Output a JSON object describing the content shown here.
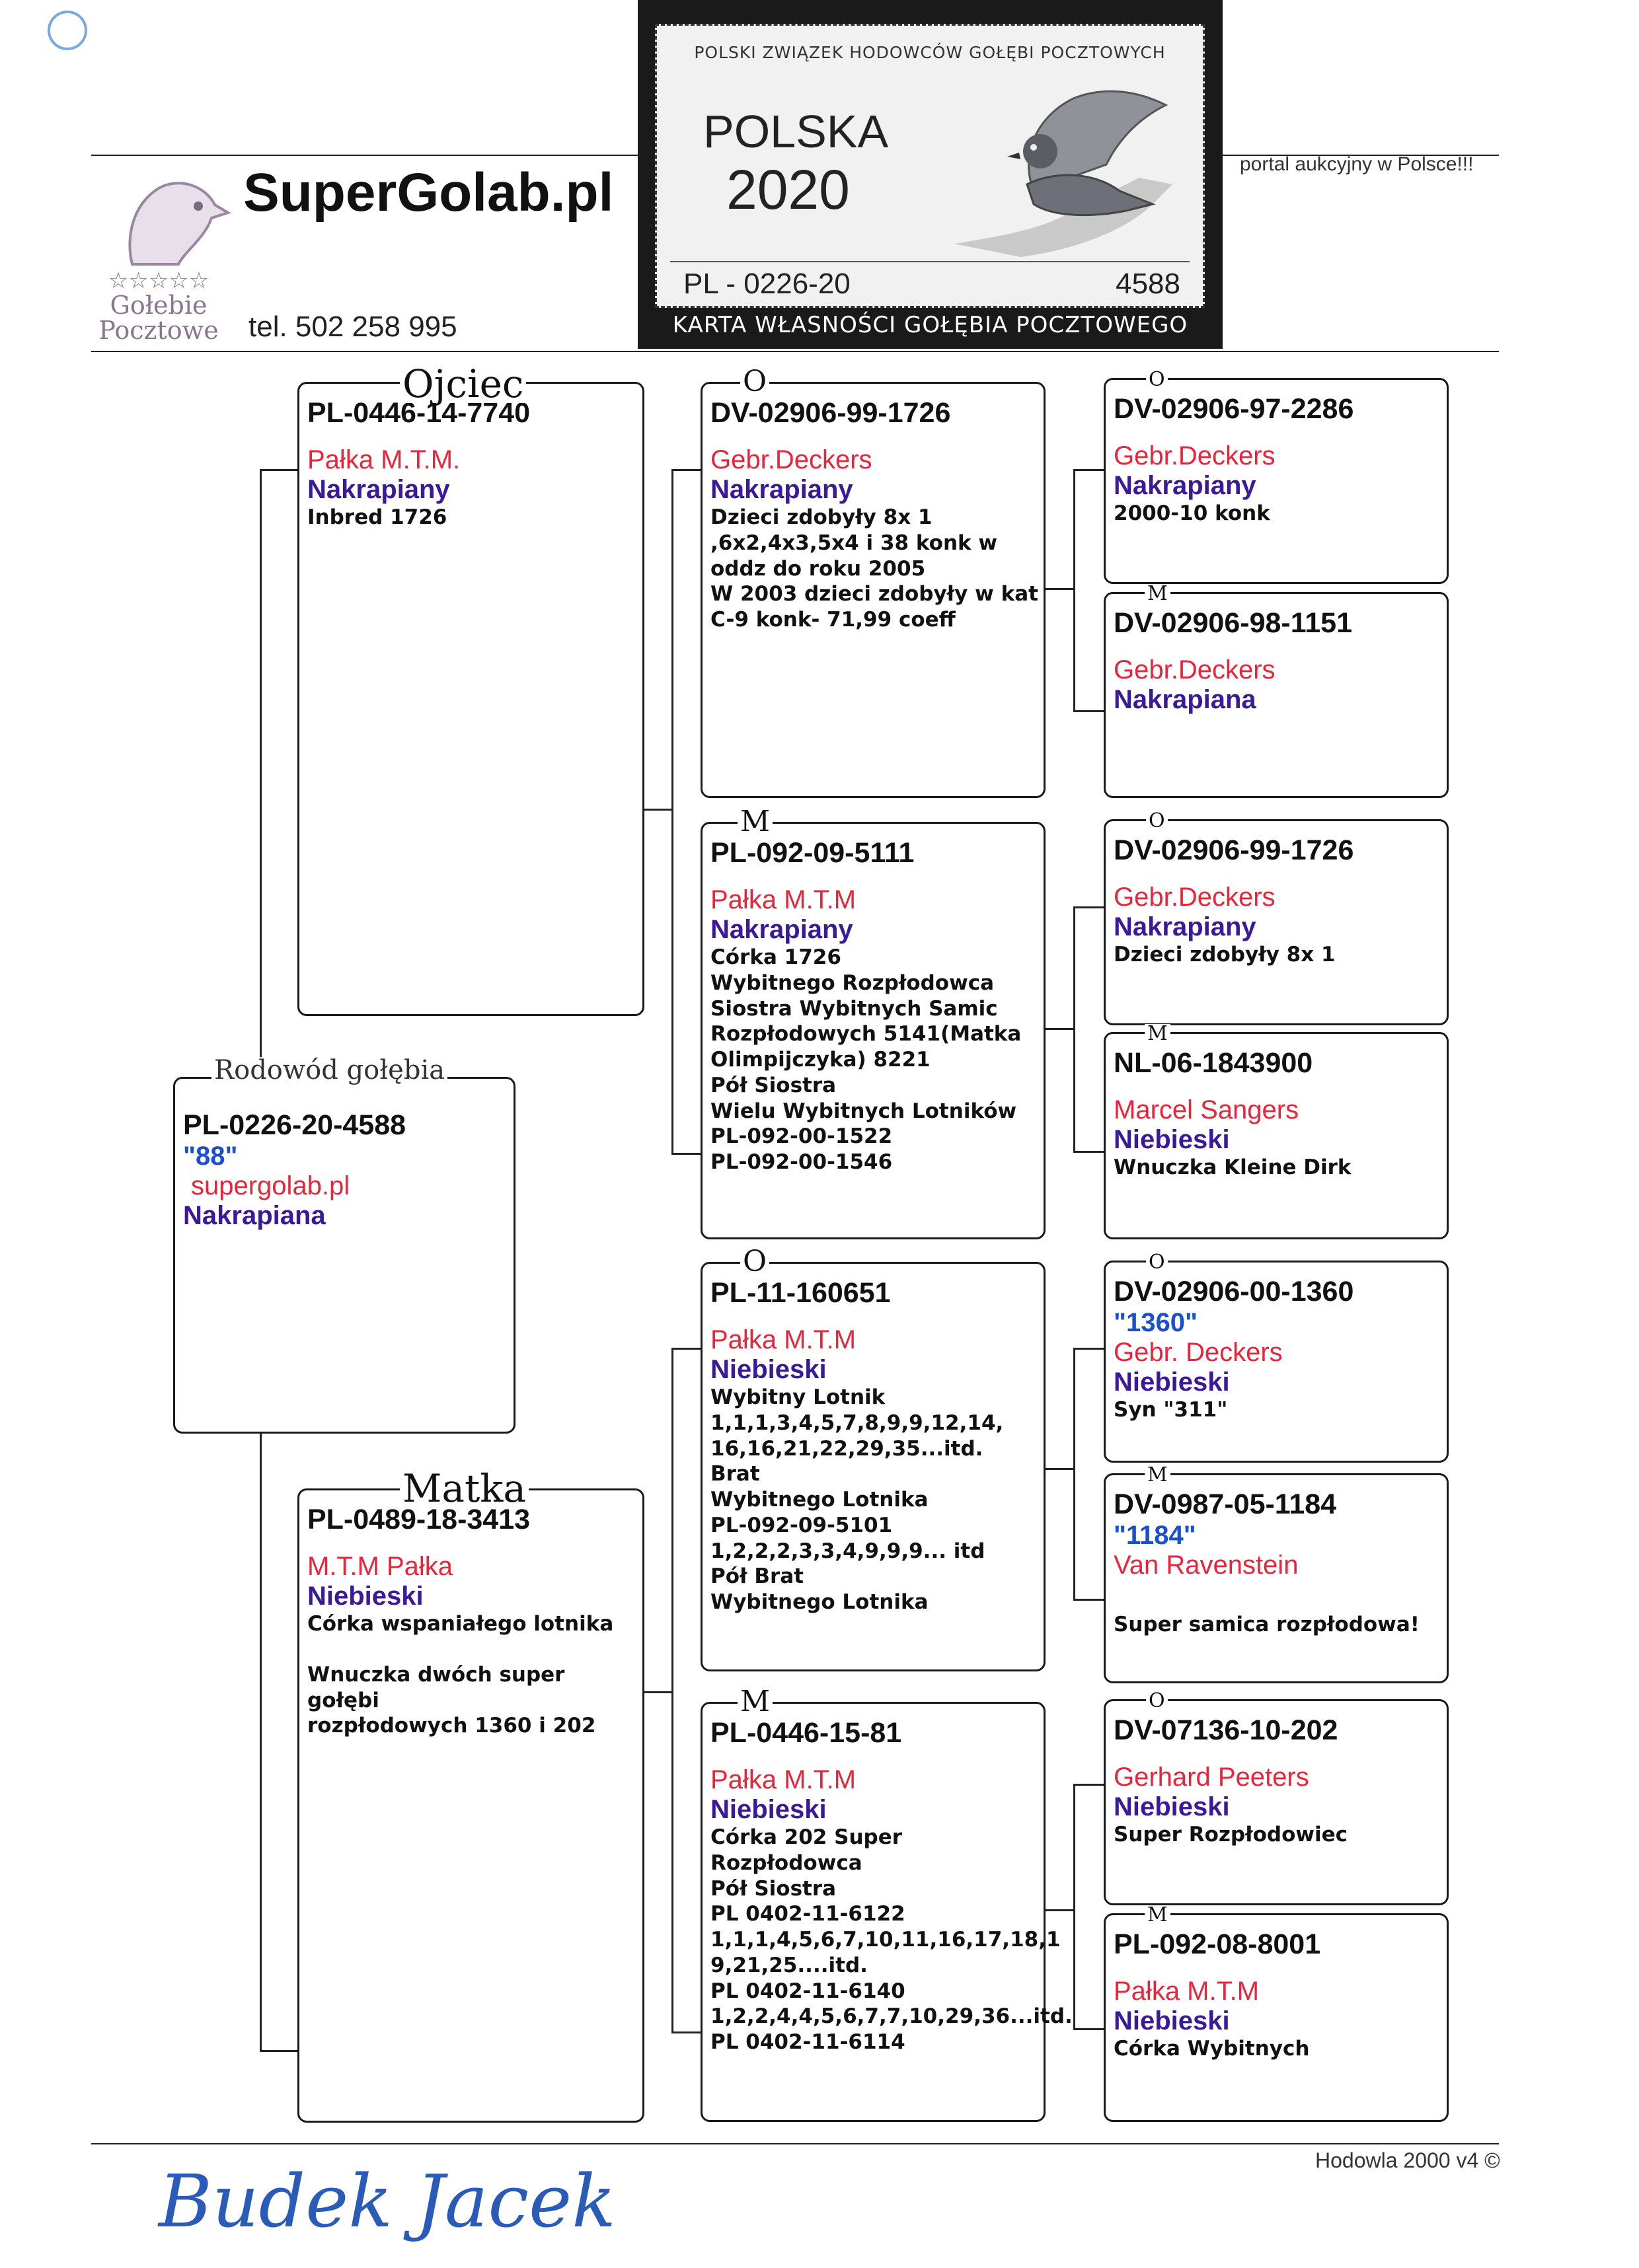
{
  "header": {
    "site_name": "SuperGolab.pl",
    "slogan": "portal aukcyjny w Polsce!!!",
    "phone": "tel. 502 258 995",
    "logo_stars": "☆☆☆☆☆",
    "logo_line1": "Gołebie",
    "logo_line2": "Pocztowe"
  },
  "ownership_card": {
    "org": "POLSKI ZWIĄZEK HODOWCÓW GOŁĘBI POCZTOWYCH",
    "country": "POLSKA",
    "year": "2020",
    "ring": "PL - 0226-20",
    "number": "4588",
    "footer": "KARTA WŁASNOŚCI GOŁĘBIA POCZTOWEGO"
  },
  "subject": {
    "title": "Rodowód gołębia",
    "ring": "PL-0226-20-4588",
    "name": "\"88\"",
    "breeder": "supergolab.pl",
    "color": "Nakrapiana"
  },
  "father": {
    "tag": "Ojciec",
    "ring": "PL-0446-14-7740",
    "breeder": "Pałka M.T.M.",
    "color": "Nakrapiany",
    "notes": [
      "Inbred 1726"
    ]
  },
  "mother": {
    "tag": "Matka",
    "ring": "PL-0489-18-3413",
    "breeder": "M.T.M Pałka",
    "color": "Niebieski",
    "notes": [
      "Córka wspaniałego lotnika",
      "",
      "Wnuczka dwóch super",
      "gołębi",
      "rozpłodowych 1360 i 202"
    ]
  },
  "ff": {
    "tag": "O",
    "ring": "DV-02906-99-1726",
    "breeder": "Gebr.Deckers",
    "color": "Nakrapiany",
    "notes": [
      "Dzieci zdobyły 8x 1",
      ",6x2,4x3,5x4 i 38 konk w",
      "oddz do roku 2005",
      "W 2003 dzieci zdobyły w kat",
      "C-9 konk- 71,99  coeff"
    ]
  },
  "fm": {
    "tag": "M",
    "ring": "PL-092-09-5111",
    "breeder": "Pałka M.T.M",
    "color": "Nakrapiany",
    "notes": [
      "Córka 1726",
      "Wybitnego Rozpłodowca",
      "Siostra Wybitnych Samic",
      "Rozpłodowych 5141(Matka",
      "Olimpijczyka) 8221",
      "Pół Siostra",
      "Wielu Wybitnych Lotników",
      "PL-092-00-1522",
      "PL-092-00-1546"
    ]
  },
  "mf": {
    "tag": "O",
    "ring": "PL-11-160651",
    "breeder": "Pałka M.T.M",
    "color": "Niebieski",
    "notes": [
      "Wybitny Lotnik",
      "1,1,1,3,4,5,7,8,9,9,12,14,",
      "16,16,21,22,29,35...itd.",
      "Brat",
      "Wybitnego Lotnika",
      "PL-092-09-5101",
      "1,2,2,2,3,3,4,9,9,9... itd",
      "Pół Brat",
      "Wybitnego Lotnika"
    ]
  },
  "mm": {
    "tag": "M",
    "ring": "PL-0446-15-81",
    "breeder": "Pałka M.T.M",
    "color": "Niebieski",
    "notes": [
      "Córka 202 Super",
      "Rozpłodowca",
      "Pół Siostra",
      "PL 0402-11-6122",
      "1,1,1,4,5,6,7,10,11,16,17,18,1",
      "9,21,25....itd.",
      "PL 0402-11-6140",
      "1,2,2,4,4,5,6,7,7,10,29,36...itd.",
      "PL 0402-11-6114"
    ]
  },
  "fff": {
    "tag": "O",
    "ring": "DV-02906-97-2286",
    "breeder": "Gebr.Deckers",
    "color": "Nakrapiany",
    "notes": [
      "2000-10 konk"
    ]
  },
  "ffm": {
    "tag": "M",
    "ring": "DV-02906-98-1151",
    "breeder": "Gebr.Deckers",
    "color": "Nakrapiana",
    "notes": []
  },
  "fmf": {
    "tag": "O",
    "ring": "DV-02906-99-1726",
    "breeder": "Gebr.Deckers",
    "color": "Nakrapiany",
    "notes": [
      "Dzieci zdobyły 8x 1"
    ]
  },
  "fmm": {
    "tag": "M",
    "ring": "NL-06-1843900",
    "breeder": "Marcel Sangers",
    "color": "Niebieski",
    "notes": [
      "Wnuczka Kleine Dirk"
    ]
  },
  "mff": {
    "tag": "O",
    "ring": "DV-02906-00-1360",
    "name": "\"1360\"",
    "breeder": "Gebr. Deckers",
    "color": "Niebieski",
    "notes": [
      "Syn \"311\""
    ]
  },
  "mfm": {
    "tag": "M",
    "ring": "DV-0987-05-1184",
    "name": "\"1184\"",
    "breeder": "Van Ravenstein",
    "notes": [
      "Super samica rozpłodowa!"
    ]
  },
  "mmf": {
    "tag": "O",
    "ring": "DV-07136-10-202",
    "breeder": "Gerhard Peeters",
    "color": "Niebieski",
    "notes": [
      "Super Rozpłodowiec"
    ]
  },
  "mmm": {
    "tag": "M",
    "ring": "PL-092-08-8001",
    "breeder": "Pałka M.T.M",
    "color": "Niebieski",
    "notes": [
      "Córka Wybitnych"
    ]
  },
  "footer": {
    "software": "Hodowla 2000 v4 ©",
    "signature": "Budek Jacek"
  }
}
